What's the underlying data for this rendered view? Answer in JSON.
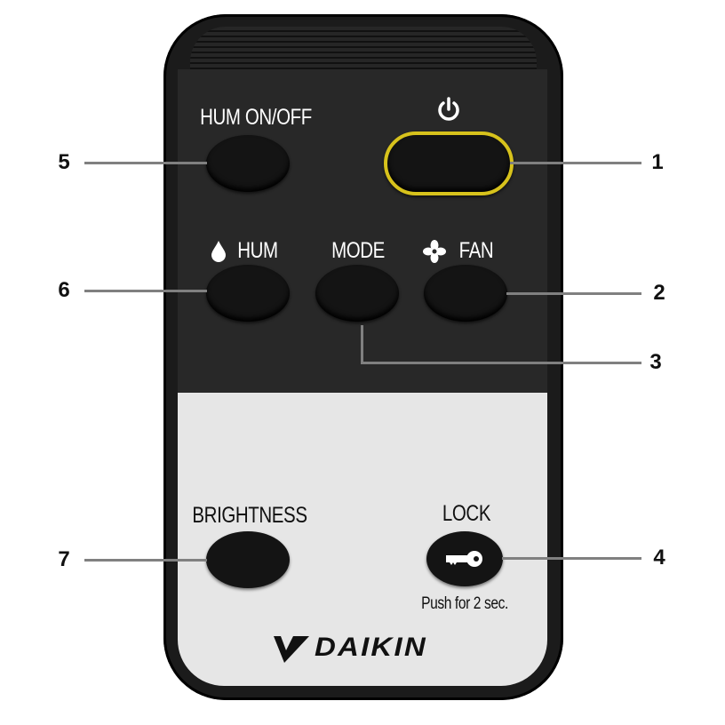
{
  "remote": {
    "brand": "DAIKIN",
    "buttons": {
      "hum_onoff": "HUM ON/OFF",
      "power_icon": "power-icon",
      "hum": "HUM",
      "mode": "MODE",
      "fan": "FAN",
      "brightness": "BRIGHTNESS",
      "lock": "LOCK",
      "lock_note": "Push for 2 sec."
    },
    "accent_color": "#d7c21c"
  },
  "callouts": {
    "power": "1",
    "fan": "2",
    "mode": "3",
    "lock": "4",
    "hum_onoff": "5",
    "hum": "6",
    "brightness": "7"
  }
}
